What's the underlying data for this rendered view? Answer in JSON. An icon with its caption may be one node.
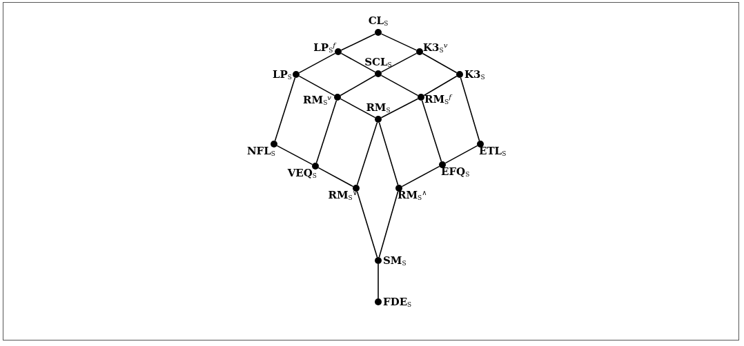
{
  "diagram": {
    "nodes": [
      {
        "text": [],
        "shape": "circle",
        "beside": [
          "CL$_{S}$"
        ]
      },
      {
        "text": [],
        "shape": "circle",
        "beside": [
          "LP$_{S}$$^{f}$"
        ]
      },
      {
        "text": [],
        "shape": "circle",
        "beside": [
          "K3$_{S}$$^{v}$"
        ]
      },
      {
        "text": [],
        "shape": "circle",
        "beside": [
          "LP$_{S}$"
        ]
      },
      {
        "text": [],
        "shape": "circle",
        "beside": [
          "SCL$_{S}$"
        ]
      },
      {
        "text": [],
        "shape": "circle",
        "beside": [
          "K3$_{S}$"
        ]
      },
      {
        "text": [],
        "shape": "circle",
        "beside": [
          "RM$_{S}$$^{v}$"
        ]
      },
      {
        "text": [],
        "shape": "circle",
        "beside": [
          "RM$_{S}$"
        ]
      },
      {
        "text": [],
        "shape": "circle",
        "beside": [
          "RM$_{S}$$^{f}$"
        ]
      },
      {
        "text": [],
        "shape": "circle",
        "beside": [
          "NFL$_{S}$"
        ]
      },
      {
        "text": [],
        "shape": "circle",
        "beside": [
          "ETL$_{S}$"
        ]
      },
      {
        "text": [],
        "shape": "circle",
        "beside": [
          "VEQ$_{S}$"
        ]
      },
      {
        "text": [],
        "shape": "circle",
        "beside": [
          "EFQ$_{S}$"
        ]
      },
      {
        "text": [],
        "shape": "circle",
        "beside": [
          "RM$_{S}$$^{∨}$"
        ]
      },
      {
        "text": [],
        "shape": "circle",
        "beside": [
          "RM$_{S}$$^{∧}$"
        ]
      },
      {
        "text": [],
        "shape": "circle",
        "beside": [
          "SM$_{S}$"
        ]
      },
      {
        "text": [],
        "shape": "circle",
        "beside": [
          "FDE$_{S}$"
        ]
      }
    ],
    "edges": [
      {
        "from": 0,
        "to": 1,
        "arrow": "none"
      },
      {
        "from": 0,
        "to": 2,
        "arrow": "none"
      },
      {
        "from": 1,
        "to": 3,
        "arrow": "none"
      },
      {
        "from": 1,
        "to": 4,
        "arrow": "none"
      },
      {
        "from": 2,
        "to": 4,
        "arrow": "none"
      },
      {
        "from": 2,
        "to": 5,
        "arrow": "none"
      },
      {
        "from": 3,
        "to": 6,
        "arrow": "none"
      },
      {
        "from": 4,
        "to": 6,
        "arrow": "none"
      },
      {
        "from": 4,
        "to": 8,
        "arrow": "none"
      },
      {
        "from": 5,
        "to": 8,
        "arrow": "none"
      },
      {
        "from": 6,
        "to": 7,
        "arrow": "none"
      },
      {
        "from": 8,
        "to": 7,
        "arrow": "none"
      },
      {
        "from": 3,
        "to": 9,
        "arrow": "none"
      },
      {
        "from": 5,
        "to": 10,
        "arrow": "none"
      },
      {
        "from": 6,
        "to": 11,
        "arrow": "none"
      },
      {
        "from": 8,
        "to": 12,
        "arrow": "none"
      },
      {
        "from": 9,
        "to": 11,
        "arrow": "none"
      },
      {
        "from": 11,
        "to": 13,
        "arrow": "none"
      },
      {
        "from": 10,
        "to": 12,
        "arrow": "none"
      },
      {
        "from": 12,
        "to": 14,
        "arrow": "none"
      },
      {
        "from": 7,
        "to": 13,
        "arrow": "none"
      },
      {
        "from": 7,
        "to": 14,
        "arrow": "none"
      },
      {
        "from": 13,
        "to": 15,
        "arrow": "none"
      },
      {
        "from": 14,
        "to": 15,
        "arrow": "none"
      },
      {
        "from": 15,
        "to": 16,
        "arrow": "none"
      }
    ]
  }
}
